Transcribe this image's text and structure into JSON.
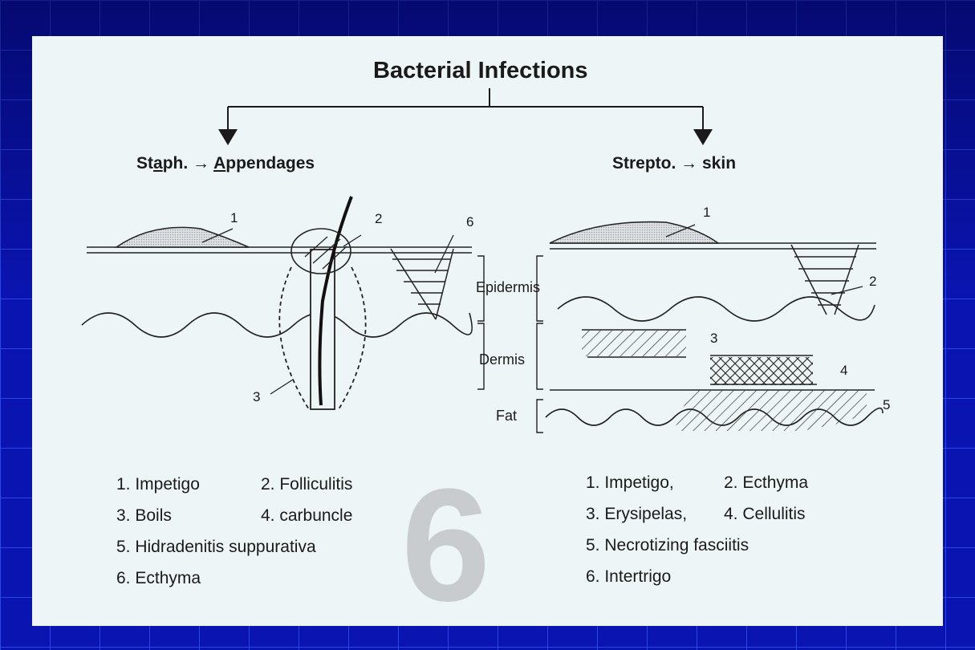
{
  "title": "Bacterial Infections",
  "staph": {
    "pre": "St",
    "u1": "a",
    "mid": "ph. → ",
    "u2": "A",
    "post": "ppendages"
  },
  "strep": {
    "label": "Strepto. → skin"
  },
  "layers": {
    "epidermis": "Epidermis",
    "dermis": "Dermis",
    "fat": "Fat"
  },
  "left_numbers": [
    "1",
    "2",
    "3",
    "6"
  ],
  "right_numbers": [
    "1",
    "2",
    "3",
    "4",
    "5"
  ],
  "watermark": "6",
  "left_legend": [
    "1. Impetigo",
    "2. Folliculitis",
    "3. Boils",
    "4. carbuncle",
    "5. Hidradenitis suppurativa",
    "6. Ecthyma"
  ],
  "right_legend": [
    "1. Impetigo,",
    "2. Ecthyma",
    "3. Erysipelas,",
    "4. Cellulitis",
    "5. Necrotizing fasciitis",
    "6. Intertrigo"
  ]
}
